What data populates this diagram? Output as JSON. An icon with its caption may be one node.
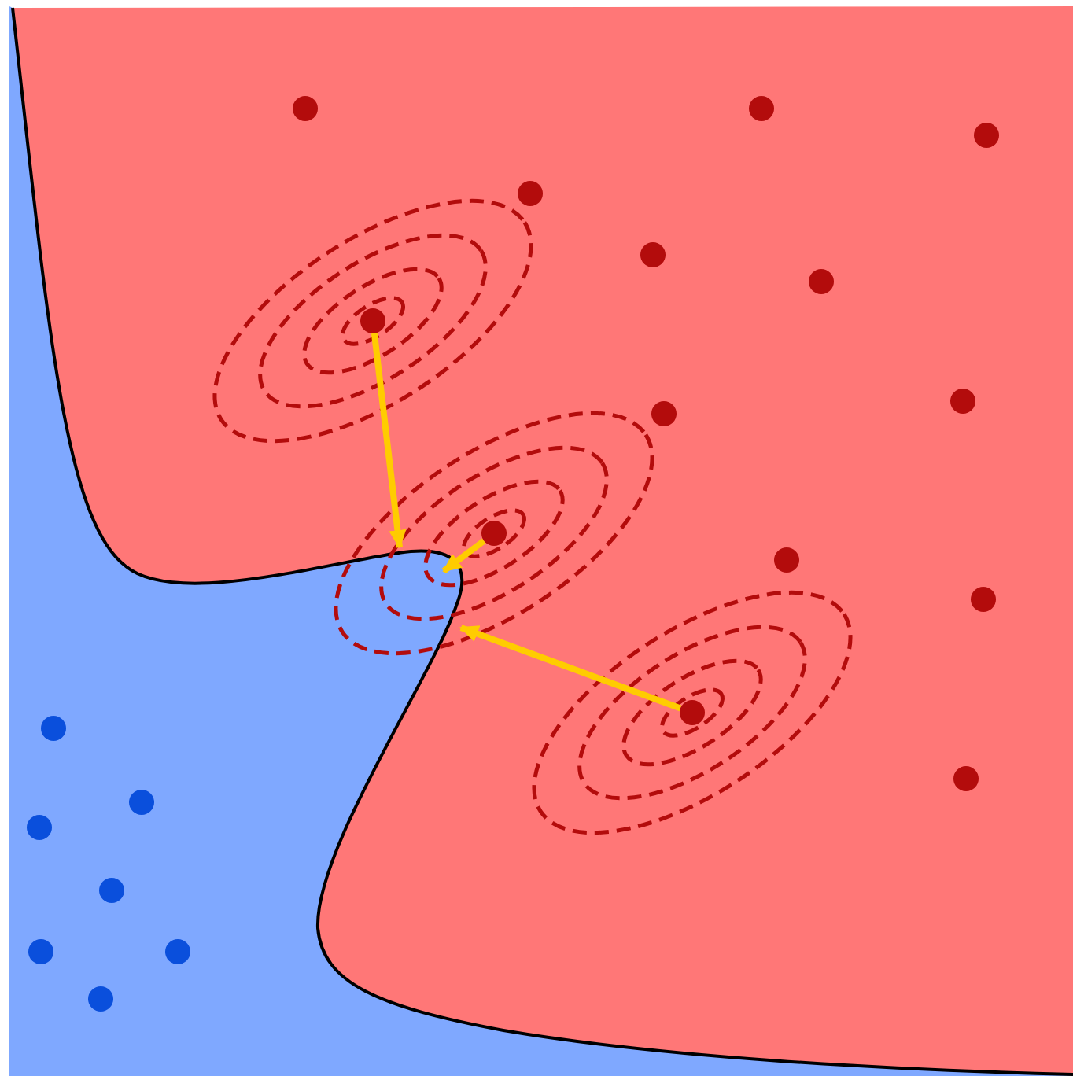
{
  "diagram": {
    "nodes": [
      {
        "text": [],
        "shape": "circle"
      },
      {
        "text": [],
        "shape": "circle"
      },
      {
        "text": [],
        "shape": "circle"
      },
      {
        "text": [],
        "shape": "circle"
      },
      {
        "text": [],
        "shape": "circle"
      },
      {
        "text": [],
        "shape": "circle"
      },
      {
        "text": [],
        "shape": "circle"
      },
      {
        "text": [],
        "shape": "circle"
      },
      {
        "text": [],
        "shape": "circle"
      },
      {
        "text": [],
        "shape": "circle"
      },
      {
        "text": [],
        "shape": "circle"
      },
      {
        "text": [],
        "shape": "circle"
      },
      {
        "text": [],
        "shape": "circle"
      },
      {
        "text": [],
        "shape": "circle"
      },
      {
        "text": [],
        "shape": "circle"
      },
      {
        "text": [],
        "shape": "circle"
      },
      {
        "text": [],
        "shape": "circle"
      },
      {
        "text": [],
        "shape": "circle"
      },
      {
        "text": [],
        "shape": "circle"
      },
      {
        "text": [],
        "shape": "circle"
      },
      {
        "text": [],
        "shape": "circle"
      }
    ],
    "edges": [
      {
        "from": 6,
        "to": null,
        "arrow": "to"
      },
      {
        "from": 9,
        "to": null,
        "arrow": "to"
      },
      {
        "from": 12,
        "to": null,
        "arrow": "to"
      }
    ]
  }
}
